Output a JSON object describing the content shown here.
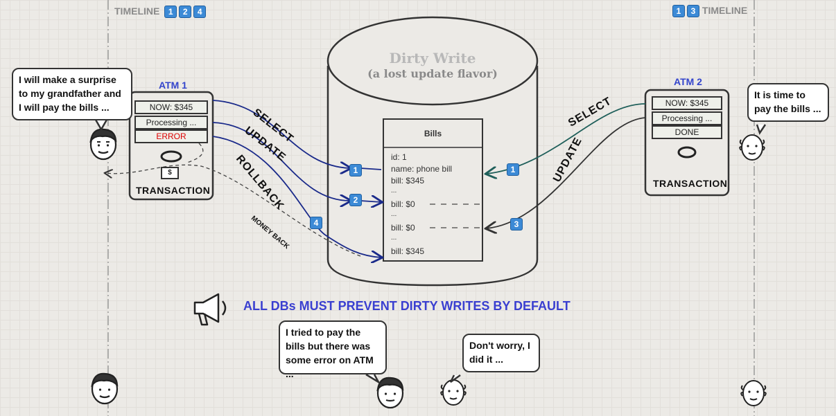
{
  "timeline_left": {
    "label": "TIMELINE",
    "badges": [
      "1",
      "2",
      "4"
    ]
  },
  "timeline_right": {
    "label": "TIMELINE",
    "badges": [
      "1",
      "3"
    ]
  },
  "database": {
    "title": "Dirty Write",
    "subtitle": "(a lost update flavor)"
  },
  "bills_table": {
    "title": "Bills",
    "rows": [
      "id: 1",
      "name: phone bill",
      "bill: $345",
      "...",
      "bill: $0",
      "...",
      "bill: $0",
      "...",
      "bill: $345"
    ]
  },
  "atm1": {
    "title": "ATM 1",
    "screen_now": "NOW: $345",
    "screen_processing": "Processing ...",
    "screen_status": "ERROR",
    "transaction_label": "TRANSACTION",
    "money_icon": "$"
  },
  "atm2": {
    "title": "ATM 2",
    "screen_now": "NOW: $345",
    "screen_processing": "Processing ...",
    "screen_status": "DONE",
    "transaction_label": "TRANSACTION"
  },
  "operations": {
    "select_left": "SELECT",
    "update_left": "UPDATE",
    "rollback_left": "ROLLBACK",
    "money_back": "MONEY BACK",
    "select_right": "SELECT",
    "update_right": "UPDATE"
  },
  "step_badges": {
    "select_left": "1",
    "update_left": "2",
    "rollback_left": "4",
    "select_right": "1",
    "update_right": "3"
  },
  "bubbles": {
    "grandson_top": "I will make a surprise to my grandfather and I will pay the bills ...",
    "grandpa_top": "It is time to pay the bills ...",
    "grandson_bottom": "I tried to pay the bills but there was some error on ATM ...",
    "grandpa_bottom": "Don't worry, I did it ..."
  },
  "headline": "ALL DBs MUST PREVENT DIRTY WRITES BY DEFAULT",
  "colors": {
    "accent_blue": "#3a3fd0",
    "arrow_navy": "#1a2a8a",
    "arrow_teal": "#1f5f5a",
    "error_red": "#dd0000",
    "badge_blue": "#3c8ad6"
  },
  "icons": [
    "megaphone-icon",
    "young-man-face-icon",
    "grandpa-face-icon",
    "money-icon"
  ]
}
